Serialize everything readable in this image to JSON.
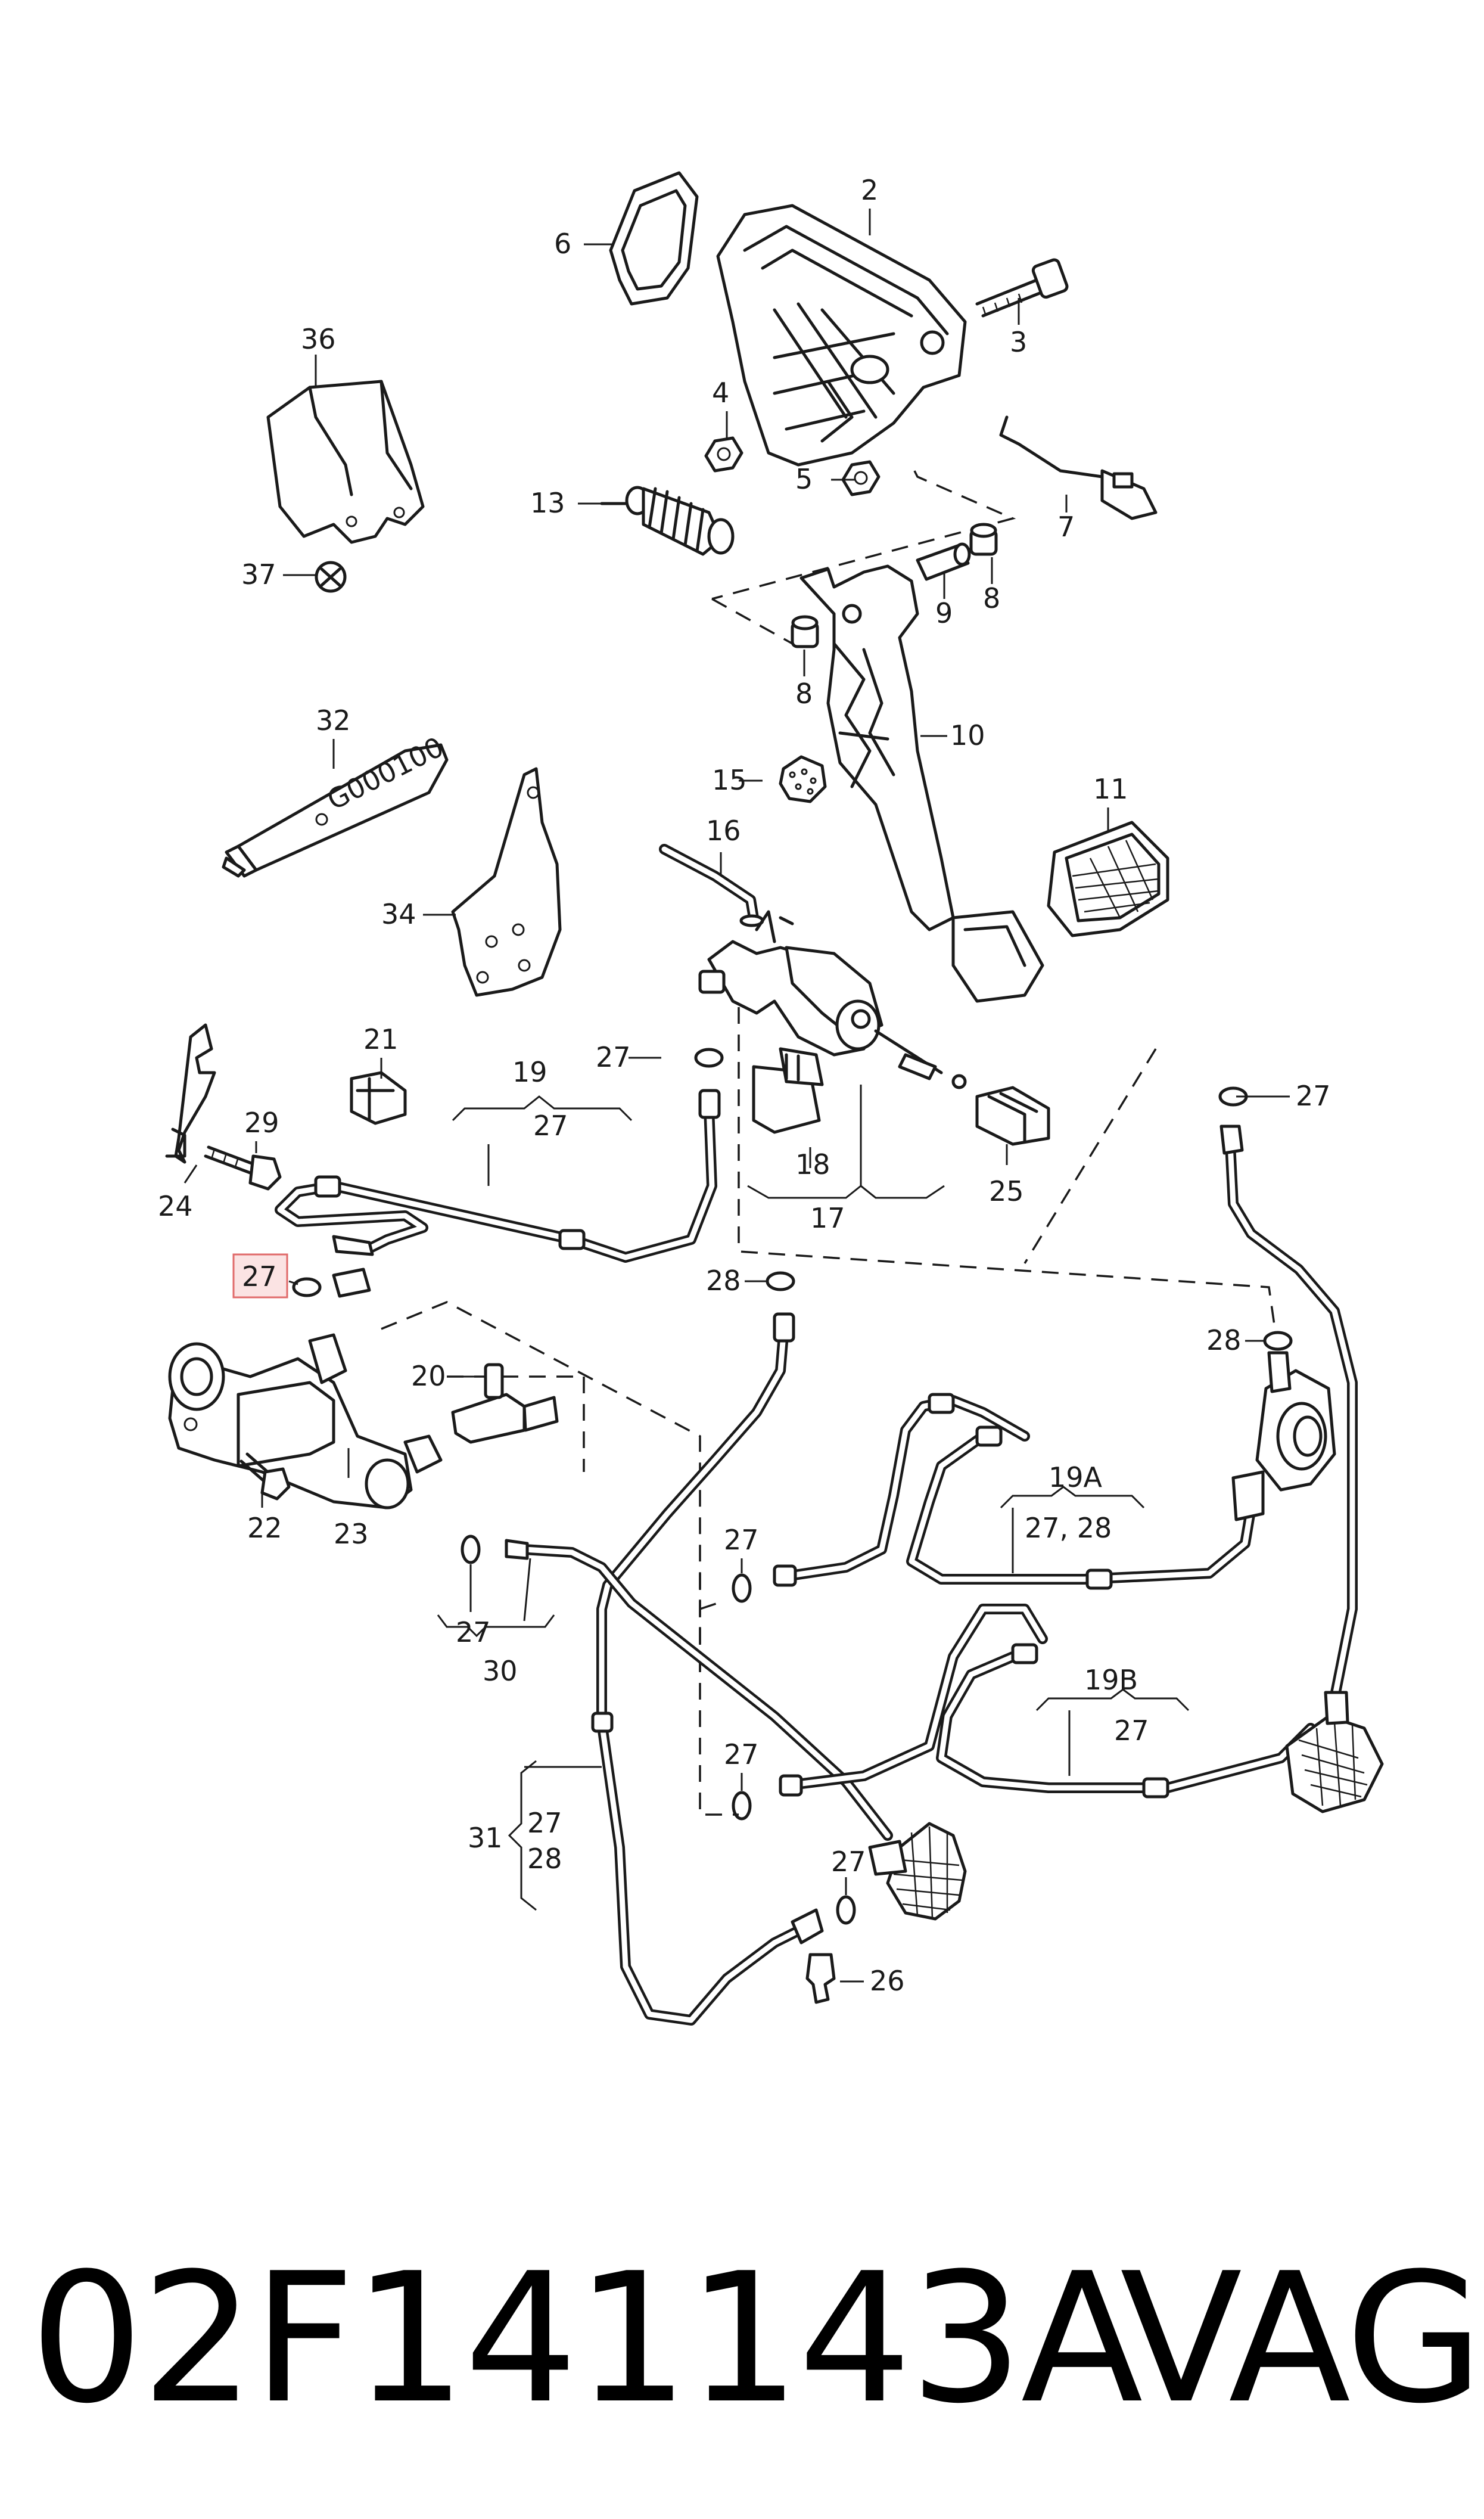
{
  "diagram": {
    "highlighted_callout": "27",
    "colors": {
      "line": "#1a1a1a",
      "highlight_fill": "#fbe3e3",
      "highlight_border": "#e06a6a"
    },
    "callouts": {
      "c2": "2",
      "c3": "3",
      "c4": "4",
      "c5": "5",
      "c6": "6",
      "c7": "7",
      "c8a": "8",
      "c8b": "8",
      "c9": "9",
      "c10": "10",
      "c11": "11",
      "c13": "13",
      "c15": "15",
      "c16": "16",
      "c17": "17",
      "c18": "18",
      "c19": "19",
      "c19_27": "27",
      "c19a": "19A",
      "c19a_sub": "27, 28",
      "c19b": "19B",
      "c19b_sub": "27",
      "c20": "20",
      "c21": "21",
      "c22": "22",
      "c23": "23",
      "c24": "24",
      "c25": "25",
      "c26": "26",
      "c27_tube": "27",
      "c27_upper_right": "27",
      "c27_highlight": "27",
      "c27_mid": "27",
      "c27_low": "27",
      "c27_bottom": "27",
      "c28_left": "28",
      "c28_right": "28",
      "c29": "29",
      "c30": "30",
      "c30_27": "27",
      "c31": "31",
      "c31_27": "27",
      "c31_28": "28",
      "c32": "32",
      "c34": "34",
      "c36": "36",
      "c37": "37"
    },
    "tube_print": "G000100"
  },
  "footer": {
    "part_number": "02F141143A",
    "brand": "VAG"
  }
}
